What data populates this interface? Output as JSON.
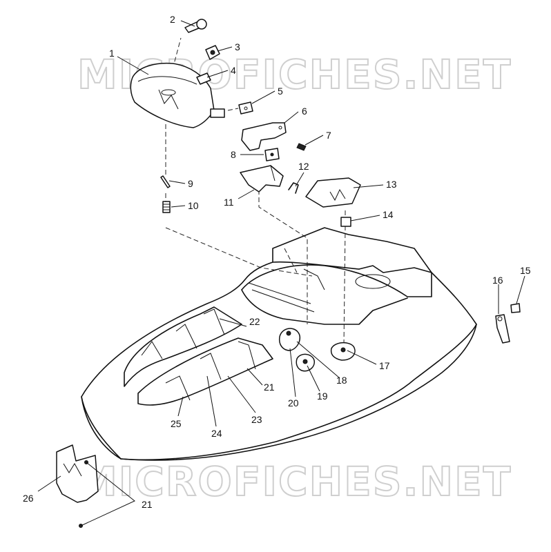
{
  "watermark": {
    "top": "MICROFICHES.NET",
    "bottom": "MICROFICHES.NET"
  },
  "callouts": {
    "c1": "1",
    "c2": "2",
    "c3": "3",
    "c4": "4",
    "c5": "5",
    "c6": "6",
    "c7": "7",
    "c8": "8",
    "c9": "9",
    "c10": "10",
    "c11": "11",
    "c12": "12",
    "c13": "13",
    "c14": "14",
    "c15": "15",
    "c16": "16",
    "c17": "17",
    "c18": "18",
    "c19": "19",
    "c20": "20",
    "c21a": "21",
    "c21b": "21",
    "c22": "22",
    "c23": "23",
    "c24": "24",
    "c25": "25",
    "c26": "26"
  },
  "colors": {
    "line": "#111111",
    "watermark": "#cfcfcf",
    "background": "#ffffff"
  }
}
